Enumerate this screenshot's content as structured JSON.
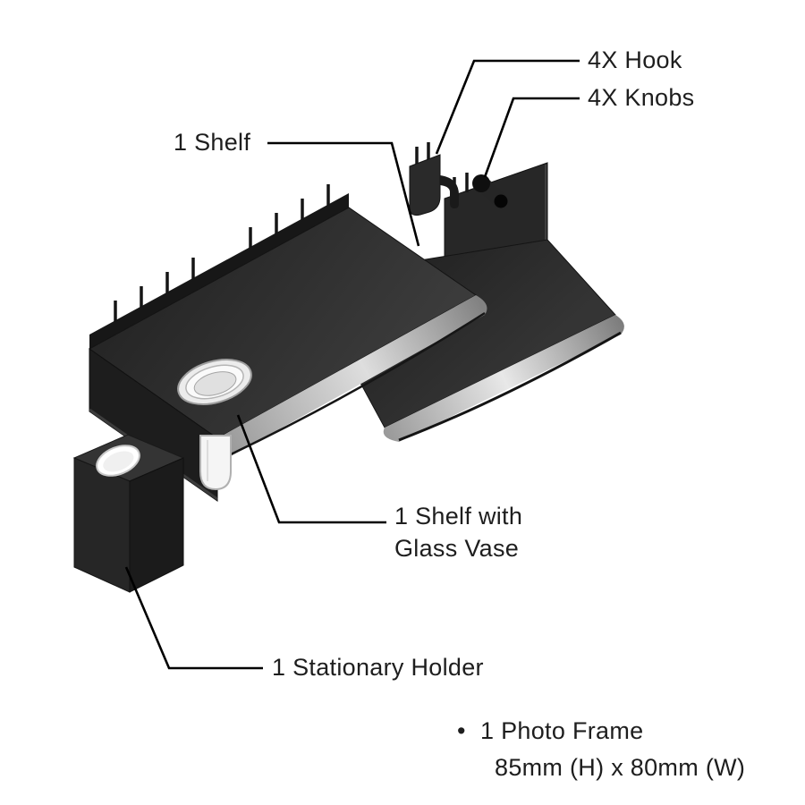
{
  "theme": {
    "bg": "#ffffff",
    "ink": "#000000",
    "text": "#1e1e1e",
    "part_dark": "#1b1b1b",
    "part_mid": "#2a2a2a",
    "part_light": "#383838",
    "vase_white": "#f5f5f5"
  },
  "labels": {
    "hook": "4X Hook",
    "knobs": "4X Knobs",
    "shelf": "1 Shelf",
    "shelf_vase_line1": "1 Shelf with",
    "shelf_vase_line2": "Glass Vase",
    "stationary_holder": "1 Stationary Holder",
    "photo_frame_bullet": "•",
    "photo_frame_line1": "1 Photo Frame",
    "photo_frame_line2": "85mm (H) x 80mm (W)"
  }
}
